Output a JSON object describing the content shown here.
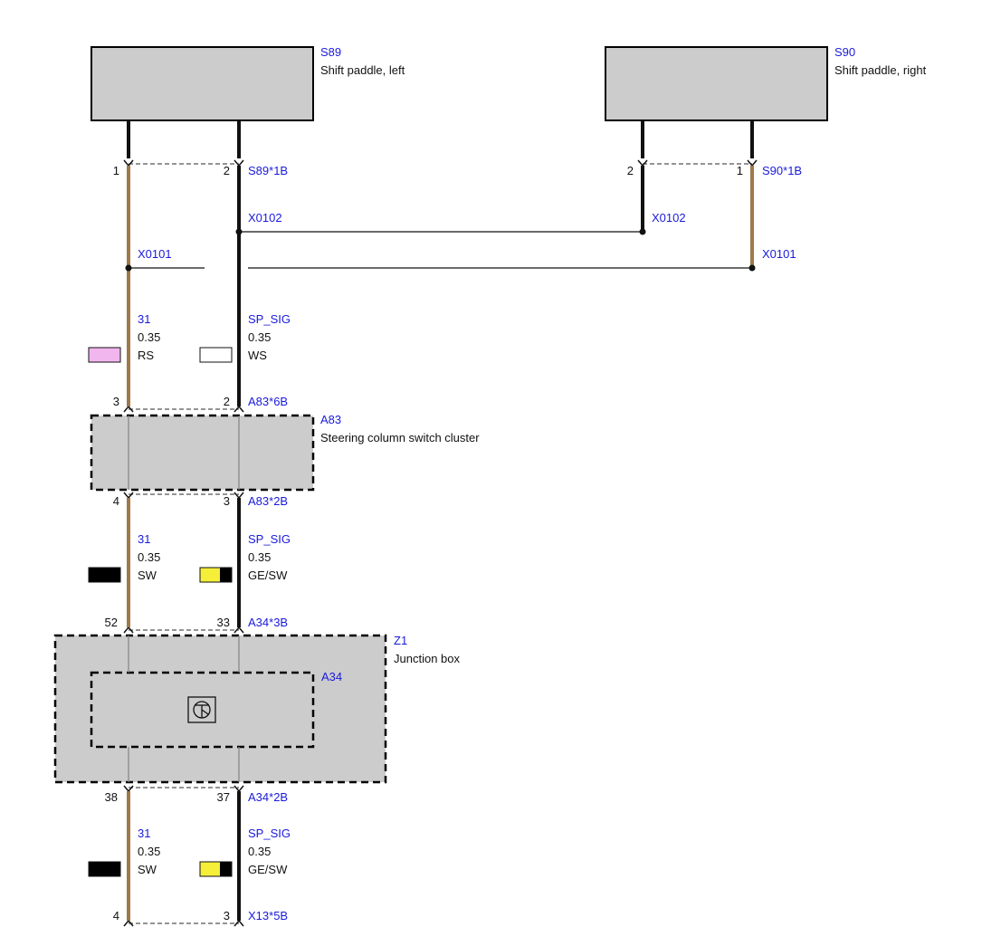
{
  "components": {
    "s89": {
      "code": "S89",
      "name": "Shift paddle, left"
    },
    "s90": {
      "code": "S90",
      "name": "Shift paddle, right"
    },
    "a83": {
      "code": "A83",
      "name": "Steering column switch cluster"
    },
    "z1": {
      "code": "Z1",
      "name": "Junction box"
    },
    "a34": {
      "code": "A34"
    }
  },
  "pins": {
    "s89_1": "1",
    "s89_2": "2",
    "s90_2": "2",
    "s90_1": "1",
    "a83_3": "3",
    "a83_2": "2",
    "a83_4": "4",
    "a83_3b": "3",
    "a34_52": "52",
    "a34_33": "33",
    "a34_38": "38",
    "a34_37": "37",
    "x13_4": "4",
    "x13_3": "3"
  },
  "connectors": {
    "s89_1b": "S89*1B",
    "s90_1b": "S90*1B",
    "x0102_left": "X0102",
    "x0102_right": "X0102",
    "x0101_left": "X0101",
    "x0101_right": "X0101",
    "a83_6b": "A83*6B",
    "a83_2b": "A83*2B",
    "a34_3b": "A34*3B",
    "a34_2b": "A34*2B",
    "x13_5b": "X13*5B"
  },
  "wires": {
    "seg1_left": {
      "signal": "31",
      "size": "0.35",
      "color": "RS"
    },
    "seg1_right": {
      "signal": "SP_SIG",
      "size": "0.35",
      "color": "WS"
    },
    "seg2_left": {
      "signal": "31",
      "size": "0.35",
      "color": "SW"
    },
    "seg2_right": {
      "signal": "SP_SIG",
      "size": "0.35",
      "color": "GE/SW"
    },
    "seg3_left": {
      "signal": "31",
      "size": "0.35",
      "color": "SW"
    },
    "seg3_right": {
      "signal": "SP_SIG",
      "size": "0.35",
      "color": "GE/SW"
    }
  },
  "colors": {
    "ground_wire": "#a0784a",
    "signal_wire": "#111111",
    "label_blue": "#1a1adb",
    "box_fill": "#cccccc",
    "swatch_pink": "#f2b6ef",
    "swatch_white": "#ffffff",
    "swatch_black": "#000000",
    "swatch_yellow": "#f5ef3a"
  },
  "icons": {
    "a34_symbol": "transistor-icon"
  }
}
